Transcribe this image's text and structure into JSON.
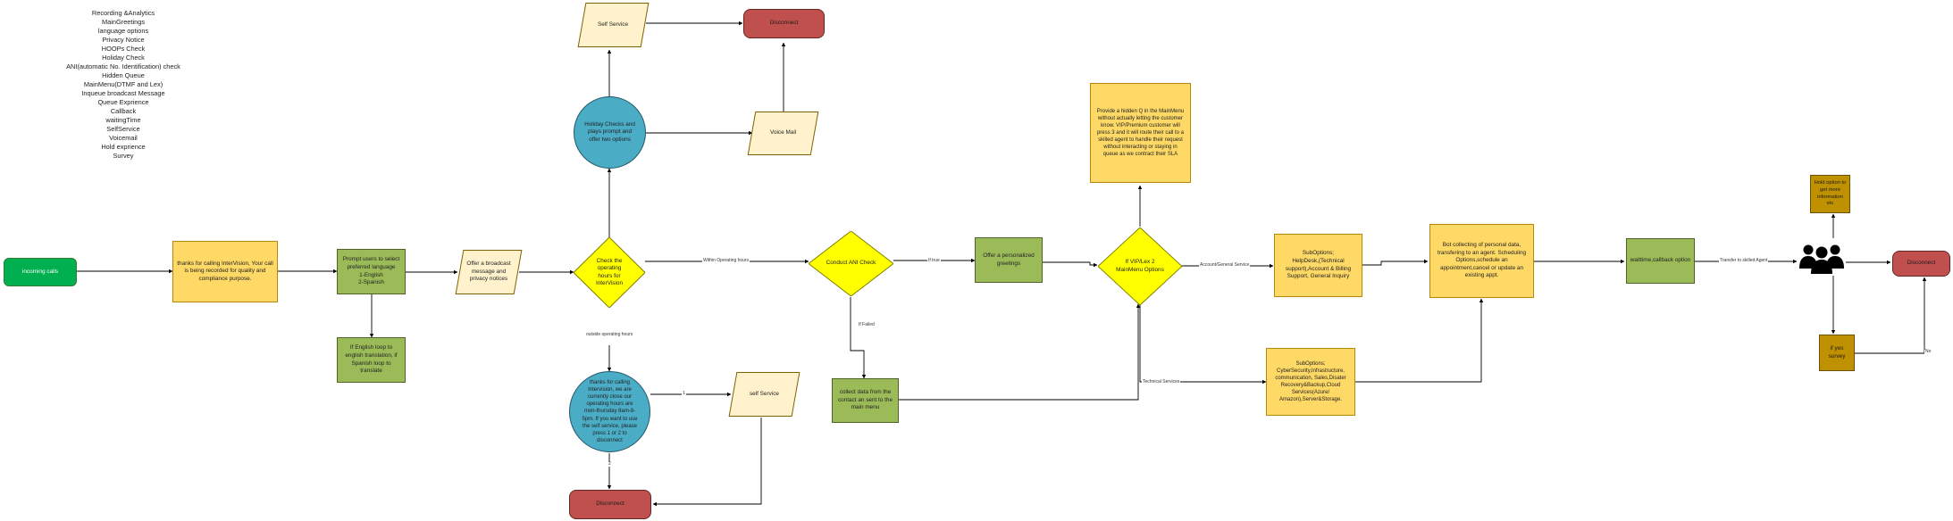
{
  "features": [
    "Recording &Analytics",
    "MainGreetings",
    "language options",
    "Privacy Notice",
    "HOOPs Check",
    "Holiday Check",
    "ANI(automatic No. Identification) check",
    "Hidden Queue",
    "MainMenu(DTMF and Lex)",
    "Inqueue broadcast Message",
    "Queue Exprience",
    "Callback",
    "waitingTime",
    "SelfService",
    "Voicemail",
    "Hold exprience",
    "Survey"
  ],
  "nodes": {
    "incoming": "incoming calls",
    "greeting": "thanks for calling InterVision, Your call is being recorded for quality and compliance purpose.",
    "language": "Prompt users to select preferred language\n1-English\n2-Spanish",
    "translate": "If English loop to english translation, if Spanish loop to translate",
    "broadcast": "Offer a broadcast message and privacy notices",
    "hours": "Check the operating hours for InterVision",
    "holiday": "Holiday Checks and plays prompt and offer two options",
    "self_service_top": "Self Service",
    "disconnect_top": "Disconnect",
    "voicemail": "Voice Mail",
    "closed": "thanks for calling Intervision, we are currently close our operating hours are mon-thursday 8am-8-5pm. If you want to use the self service, please press 1 or 2 to disconnect",
    "self_service_bottom": "self Service",
    "disconnect_bottom": "Disconnect",
    "ani": "Conduct ANI Check",
    "collect": "collect data from the contact an sent to the main menu",
    "personal": "Offer a personalized greetings",
    "mainmenu": "If VIP/Lex 2 MainMenu Options",
    "hidden_q": "Provide a hidden Q in the MainMenu without actually letting the customer know. VIP/Premium customer will press 3 and it will route their call to a skilled agent to handle their request without interacting or staying in queue as we contract their SLA",
    "sub_general": "SubOptions;\nHelpDesk,(Technical support),Account & Billing Support, General Inquiry",
    "sub_technical": "SubOptions;\nCyberSecurity,Infrastructure, communication, Sales,Disater Recovery&Backup,Cloud Services(Azure/ Amazon),Server&Storage.",
    "bot": "Bot collecting of personal data, transfering to an agent. Scheduling Options,schedule an appointment,cancel or update an existing appt.",
    "waittime": "waittime,callback option",
    "hold": "Hold option to get more information etc",
    "survey": "if yes survey",
    "disconnect_end": "Disconnect"
  },
  "edge_labels": {
    "within_hours": "Within Operating hours",
    "outside_hours": "outside operating hours",
    "one": "1",
    "two": "2",
    "if_true": "If true",
    "if_failed": "If Failed",
    "account_general": "Account/General Service",
    "technical": "Technical Services",
    "transfer": "Transfer to skilled Agent",
    "no": "No"
  },
  "icons": {
    "agents": "agents-group-icon"
  },
  "colors": {
    "start": "#00b050",
    "yellow": "#ffd966",
    "green": "#9bbb59",
    "teal": "#4bacc6",
    "red": "#c0504d",
    "gold": "#bf9000",
    "light": "#fff2cc",
    "diamond": "#ffff00"
  }
}
